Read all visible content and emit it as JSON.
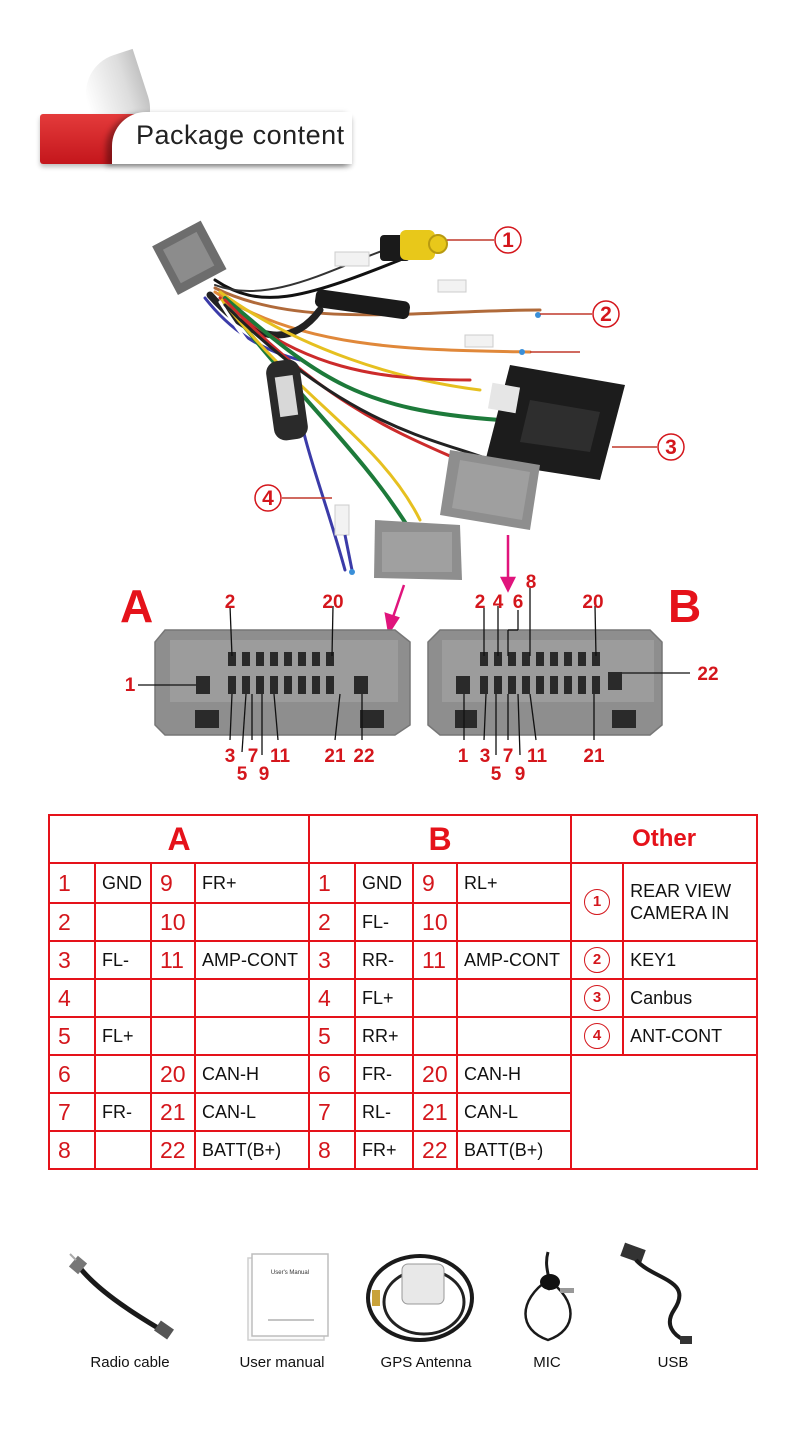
{
  "banner": {
    "title": "Package content"
  },
  "callouts": [
    "1",
    "2",
    "3",
    "4"
  ],
  "connector_a": {
    "letter": "A",
    "pins_top": [
      "2",
      "20"
    ],
    "pins_left": [
      "1"
    ],
    "pins_bottom_row1": [
      "3",
      "7",
      "11",
      "21",
      "22"
    ],
    "pins_bottom_row2": [
      "5",
      "9"
    ]
  },
  "connector_b": {
    "letter": "B",
    "pins_top": [
      "2",
      "4",
      "6",
      "8",
      "20"
    ],
    "pins_right": [
      "22"
    ],
    "pins_bottom_row1": [
      "1",
      "3",
      "7",
      "11",
      "21"
    ],
    "pins_bottom_row2": [
      "5",
      "9"
    ]
  },
  "table": {
    "header_a": "A",
    "header_b": "B",
    "header_other": "Other",
    "a_rows": [
      {
        "n1": "1",
        "f1": "GND",
        "n2": "9",
        "f2": "FR+"
      },
      {
        "n1": "2",
        "f1": "",
        "n2": "10",
        "f2": ""
      },
      {
        "n1": "3",
        "f1": "FL-",
        "n2": "11",
        "f2": "AMP-CONT"
      },
      {
        "n1": "4",
        "f1": "",
        "n2": "",
        "f2": ""
      },
      {
        "n1": "5",
        "f1": "FL+",
        "n2": "",
        "f2": ""
      },
      {
        "n1": "6",
        "f1": "",
        "n2": "20",
        "f2": "CAN-H"
      },
      {
        "n1": "7",
        "f1": "FR-",
        "n2": "21",
        "f2": "CAN-L"
      },
      {
        "n1": "8",
        "f1": "",
        "n2": "22",
        "f2": "BATT(B+)"
      }
    ],
    "b_rows": [
      {
        "n1": "1",
        "f1": "GND",
        "n2": "9",
        "f2": "RL+"
      },
      {
        "n1": "2",
        "f1": "FL-",
        "n2": "10",
        "f2": ""
      },
      {
        "n1": "3",
        "f1": "RR-",
        "n2": "11",
        "f2": "AMP-CONT"
      },
      {
        "n1": "4",
        "f1": "FL+",
        "n2": "",
        "f2": ""
      },
      {
        "n1": "5",
        "f1": "RR+",
        "n2": "",
        "f2": ""
      },
      {
        "n1": "6",
        "f1": "FR-",
        "n2": "20",
        "f2": "CAN-H"
      },
      {
        "n1": "7",
        "f1": "RL-",
        "n2": "21",
        "f2": "CAN-L"
      },
      {
        "n1": "8",
        "f1": "FR+",
        "n2": "22",
        "f2": "BATT(B+)"
      }
    ],
    "other_rows": [
      {
        "mark": "1",
        "label": "REAR VIEW CAMERA IN"
      },
      {
        "mark": "2",
        "label": "KEY1"
      },
      {
        "mark": "3",
        "label": "Canbus"
      },
      {
        "mark": "4",
        "label": "ANT-CONT"
      }
    ]
  },
  "accessories": [
    {
      "label": "Radio cable"
    },
    {
      "label": "User manual",
      "manual_title": "User's Manual"
    },
    {
      "label": "GPS Antenna"
    },
    {
      "label": "MIC"
    },
    {
      "label": "USB"
    }
  ],
  "colors": {
    "accent_red": "#e5121a",
    "connector_gray": "#8e8e8e"
  }
}
